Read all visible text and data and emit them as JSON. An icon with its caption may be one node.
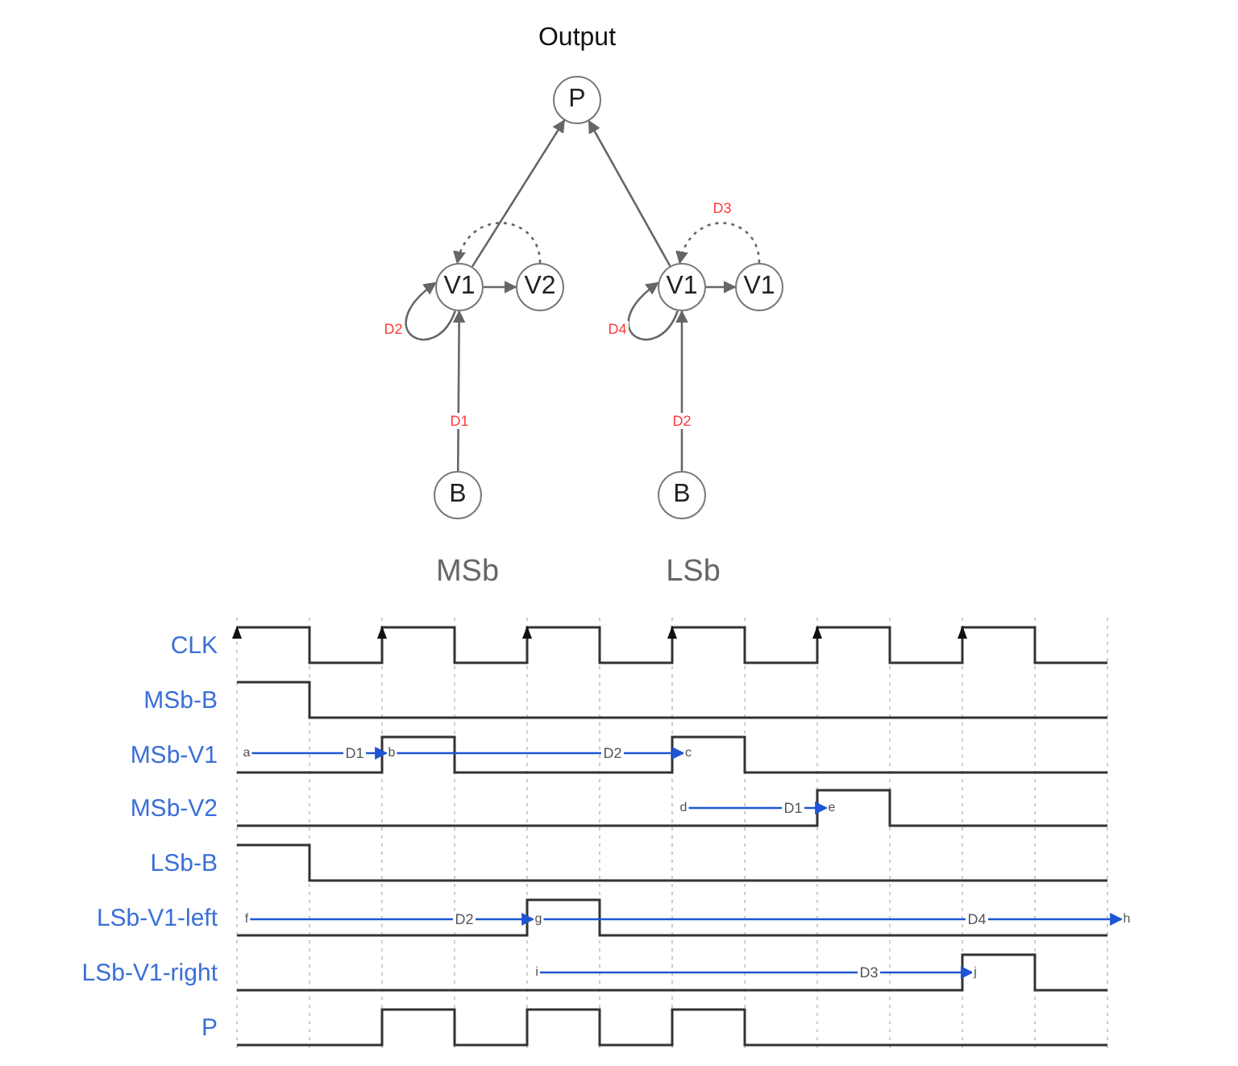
{
  "diagram": {
    "nodes": [
      {
        "text": [
          "Output",
          "P"
        ]
      },
      {
        "text": [
          "V1"
        ]
      },
      {
        "text": [
          "V2"
        ]
      },
      {
        "text": [
          "V1"
        ]
      },
      {
        "text": [
          "V1"
        ]
      },
      {
        "text": [
          "B"
        ]
      },
      {
        "text": [
          "B"
        ]
      },
      {
        "text": [
          "a"
        ]
      },
      {
        "text": [
          "b"
        ]
      },
      {
        "text": [
          "c"
        ]
      },
      {
        "text": [
          "d"
        ]
      },
      {
        "text": [
          "e"
        ]
      },
      {
        "text": [
          "f"
        ]
      },
      {
        "text": [
          "g"
        ]
      },
      {
        "text": [
          "h"
        ]
      },
      {
        "text": [
          "i"
        ]
      },
      {
        "text": [
          "j"
        ]
      }
    ],
    "edges": [
      {
        "from": 1,
        "to": 0,
        "arrow": "to"
      },
      {
        "from": 3,
        "to": 0,
        "arrow": "to"
      },
      {
        "from": 2,
        "to": 1,
        "arrow": "to",
        "style": "dashed"
      },
      {
        "from": 4,
        "to": 3,
        "arrow": "to",
        "style": "dashed",
        "label": "D3"
      },
      {
        "from": 1,
        "to": 2,
        "arrow": "to"
      },
      {
        "from": 3,
        "to": 4,
        "arrow": "to"
      },
      {
        "from": 1,
        "to": 1,
        "arrow": "to",
        "label": "D2"
      },
      {
        "from": 3,
        "to": 3,
        "arrow": "to",
        "label": "D4"
      },
      {
        "from": 5,
        "to": 1,
        "arrow": "to",
        "label": "D1"
      },
      {
        "from": 6,
        "to": 3,
        "arrow": "to",
        "label": "D2"
      },
      {
        "from": 7,
        "to": 8,
        "arrow": "to",
        "label": "D1",
        "color": "#1f55d4"
      },
      {
        "from": 8,
        "to": 9,
        "arrow": "to",
        "label": "D2",
        "color": "#1f55d4"
      },
      {
        "from": 10,
        "to": 11,
        "arrow": "to",
        "label": "D1",
        "color": "#1f55d4"
      },
      {
        "from": 12,
        "to": 13,
        "arrow": "to",
        "label": "D2",
        "color": "#1f55d4"
      },
      {
        "from": 13,
        "to": 14,
        "arrow": "to",
        "label": "D4",
        "color": "#1f55d4"
      },
      {
        "from": 15,
        "to": 16,
        "arrow": "to",
        "label": "D3",
        "color": "#1f55d4"
      }
    ],
    "labels": [
      "MSb",
      "LSb",
      "CLK",
      "MSb-B",
      "MSb-V1",
      "MSb-V2",
      "LSb-B",
      "LSb-V1-left",
      "LSb-V1-right",
      "P"
    ]
  }
}
